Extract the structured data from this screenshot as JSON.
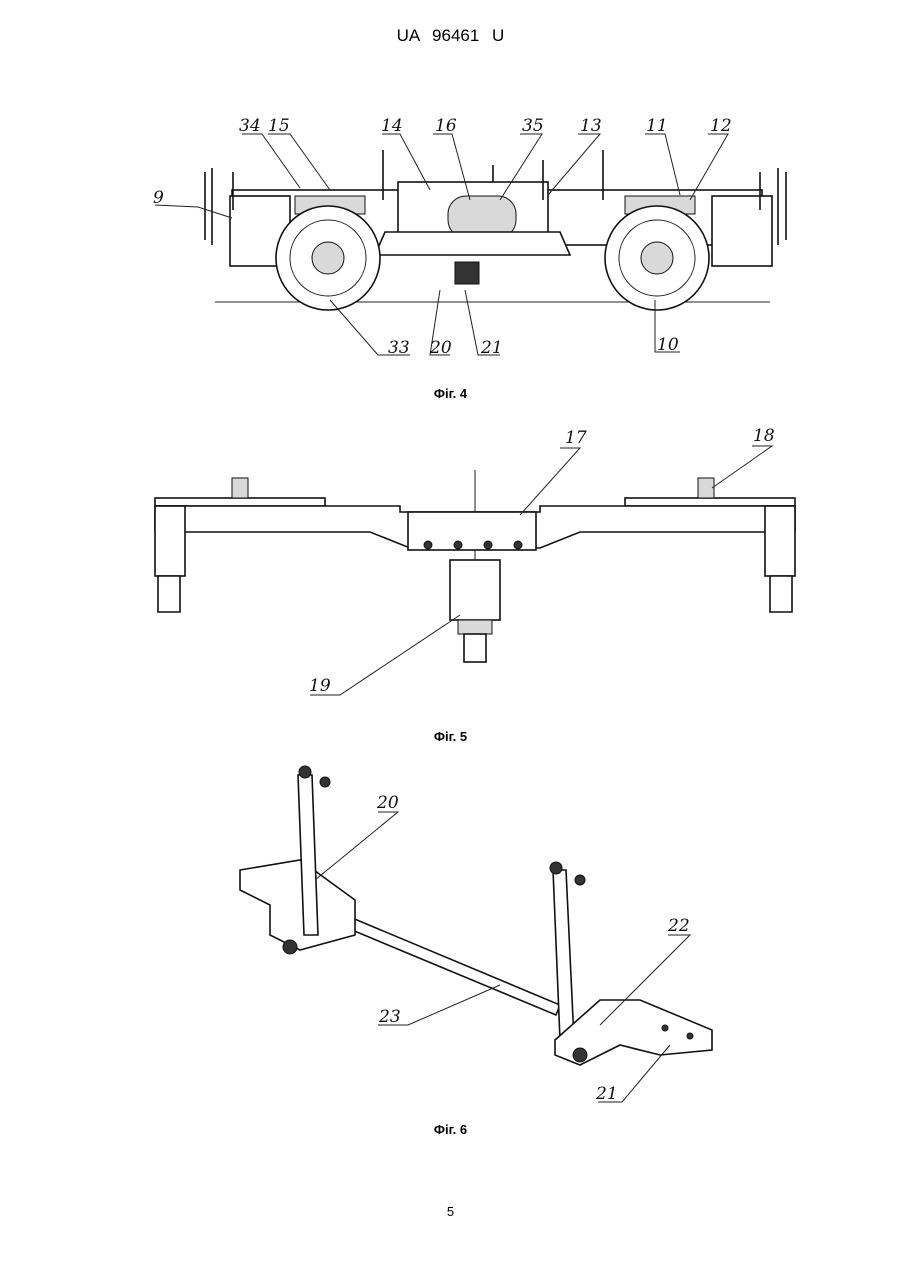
{
  "header": "UA   96461   U",
  "page_number": "5",
  "figures": [
    {
      "caption": "Фіг. 4",
      "labels": {
        "l9": "9",
        "l34": "34",
        "l15": "15",
        "l14": "14",
        "l16": "16",
        "l35": "35",
        "l13": "13",
        "l11": "11",
        "l12": "12",
        "l33": "33",
        "l20": "20",
        "l21": "21",
        "l10": "10"
      }
    },
    {
      "caption": "Фіг. 5",
      "labels": {
        "l17": "17",
        "l18": "18",
        "l19": "19"
      }
    },
    {
      "caption": "Фіг. 6",
      "labels": {
        "l20": "20",
        "l22": "22",
        "l23": "23",
        "l21": "21"
      }
    }
  ]
}
